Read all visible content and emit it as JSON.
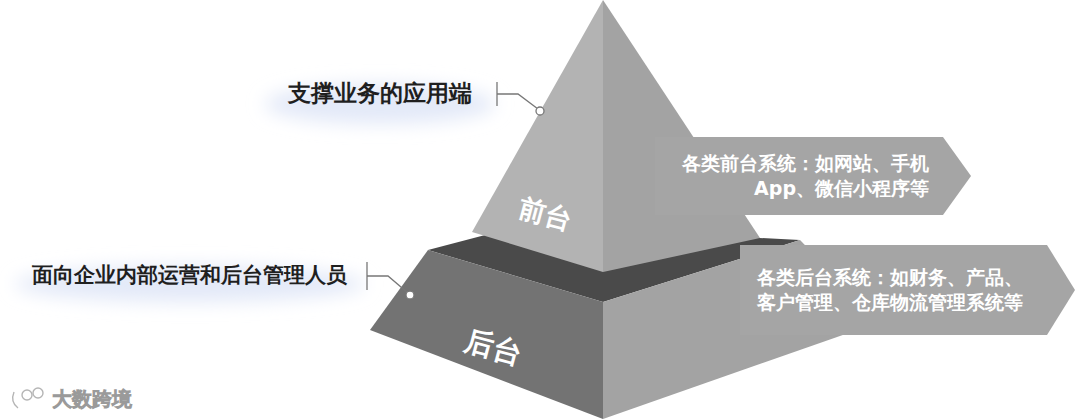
{
  "diagram": {
    "nodes": [
      {
        "text": [
          "前台"
        ]
      },
      {
        "text": [
          "各类前台系统：如网站、手机 App、微信小程序等"
        ]
      },
      {
        "text": [
          "后台"
        ]
      },
      {
        "text": [
          "各类后台系统：如财务、产品、客户管理、仓库物流管理系统等"
        ]
      }
    ],
    "labels": [
      "支撑业务的应用端",
      "面向企业内部运营和后台管理人员",
      "大数跨境"
    ]
  }
}
